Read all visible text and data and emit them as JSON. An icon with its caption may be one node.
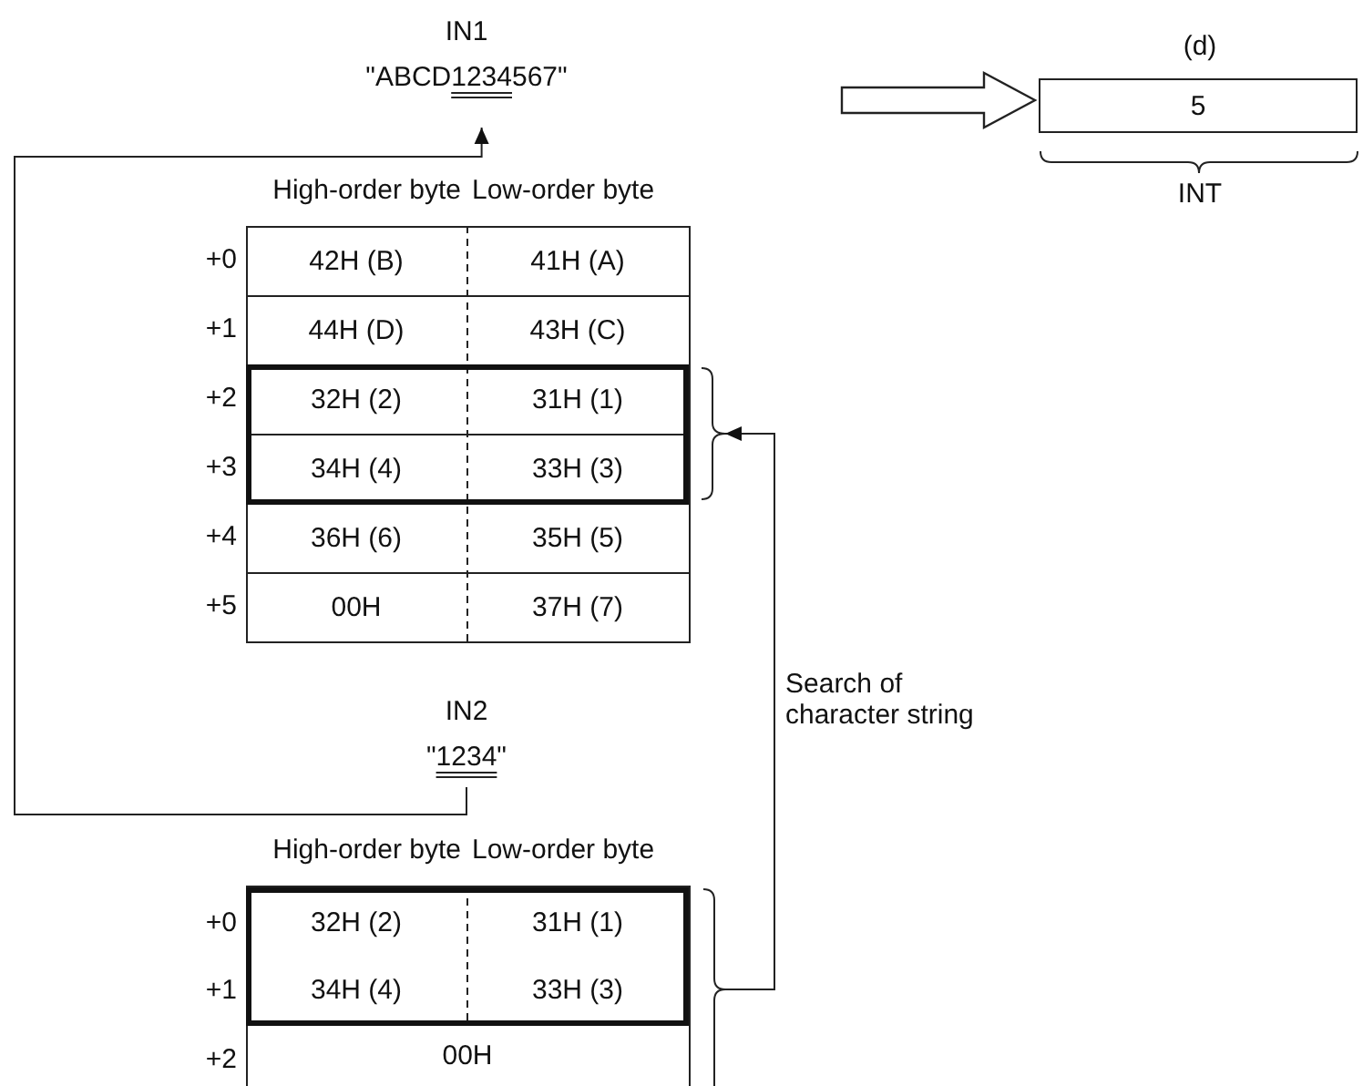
{
  "diagram": {
    "nodes": [
      {
        "text": [
          "IN1",
          "\"ABCD1234567\""
        ]
      },
      {
        "text": [
          "High-order byte",
          "Low-order byte"
        ]
      },
      {
        "text": [
          "42H (B)"
        ],
        "in": 1
      },
      {
        "text": [
          "41H (A)"
        ],
        "in": 1
      },
      {
        "text": [
          "44H (D)"
        ],
        "in": 1
      },
      {
        "text": [
          "43H (C)"
        ],
        "in": 1
      },
      {
        "text": [],
        "shape": "box",
        "in": 1
      },
      {
        "text": [
          "32H (2)"
        ],
        "in": 6
      },
      {
        "text": [
          "31H (1)"
        ],
        "in": 6
      },
      {
        "text": [
          "34H (4)"
        ],
        "in": 6
      },
      {
        "text": [
          "33H (3)"
        ],
        "in": 6
      },
      {
        "text": [
          "36H (6)"
        ],
        "in": 1
      },
      {
        "text": [
          "35H (5)"
        ],
        "in": 1
      },
      {
        "text": [
          "00H"
        ],
        "in": 1
      },
      {
        "text": [
          "37H (7)"
        ],
        "in": 1
      },
      {
        "text": [
          "IN2",
          "\"1234\""
        ]
      },
      {
        "text": [
          "High-order byte",
          "Low-order byte"
        ]
      },
      {
        "text": [],
        "shape": "box",
        "in": 16
      },
      {
        "text": [
          "32H (2)"
        ],
        "in": 17
      },
      {
        "text": [
          "31H (1)"
        ],
        "in": 17
      },
      {
        "text": [
          "34H (4)"
        ],
        "in": 17
      },
      {
        "text": [
          "33H (3)"
        ],
        "in": 17
      },
      {
        "text": [
          "00H"
        ],
        "in": 16
      },
      {
        "text": [
          "5"
        ],
        "beside": [
          "(d)",
          "INT"
        ]
      }
    ],
    "edges": [
      {
        "from": 15,
        "to": 0,
        "arrow": "to"
      },
      {
        "from": 16,
        "to": 6,
        "arrow": "to",
        "label": "Search of character string"
      },
      {
        "from": null,
        "to": 23,
        "arrow": "to",
        "style": "thick"
      }
    ],
    "labels": [
      "+0",
      "+1",
      "+2",
      "+3",
      "+4",
      "+5",
      "+0",
      "+1",
      "+2"
    ]
  }
}
